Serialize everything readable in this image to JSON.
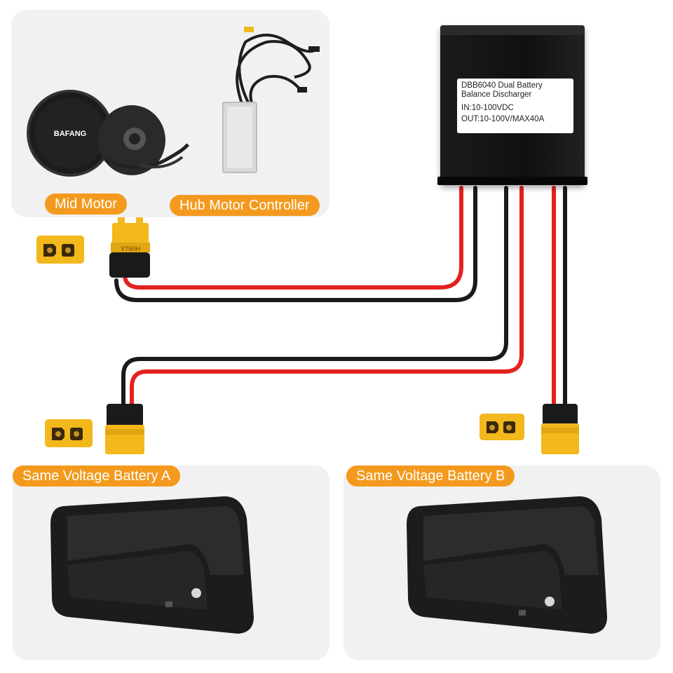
{
  "labels": {
    "mid_motor": "Mid Motor",
    "hub_controller": "Hub Motor Controller",
    "battery_a": "Same Voltage Battery A",
    "battery_b": "Same Voltage Battery B"
  },
  "device": {
    "line1": "DBB6040 Dual Battery",
    "line2": "Balance Discharger",
    "line3": "IN:10-100VDC",
    "line4": "OUT:10-100V/MAX40A"
  },
  "motor_brand": "BAFANG",
  "connector_text": "XT60H",
  "colors": {
    "badge": "#f39a1e",
    "wire_red": "#e3221f",
    "wire_black": "#1a1a1a",
    "connector_yellow": "#f2b81c",
    "panel": "#f1f1f1"
  }
}
